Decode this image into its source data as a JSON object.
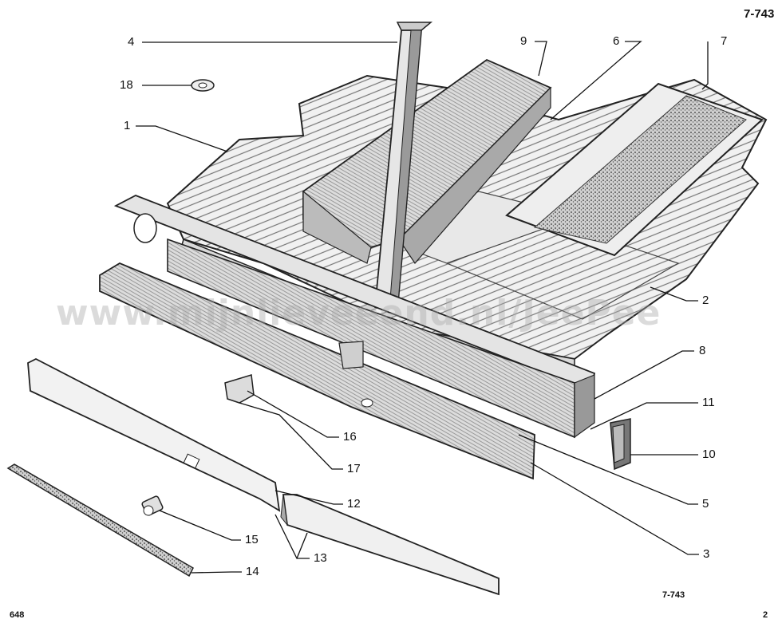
{
  "diagram": {
    "figure_code": "7-743",
    "figure_code_bottom": "7-743",
    "page_left": "648",
    "page_right": "2",
    "watermark": "www.mijnlieveeend.nl/JeePee",
    "callouts": [
      "4",
      "18",
      "1",
      "9",
      "6",
      "7",
      "2",
      "8",
      "11",
      "10",
      "5",
      "3",
      "16",
      "17",
      "12",
      "15",
      "13",
      "14"
    ]
  }
}
